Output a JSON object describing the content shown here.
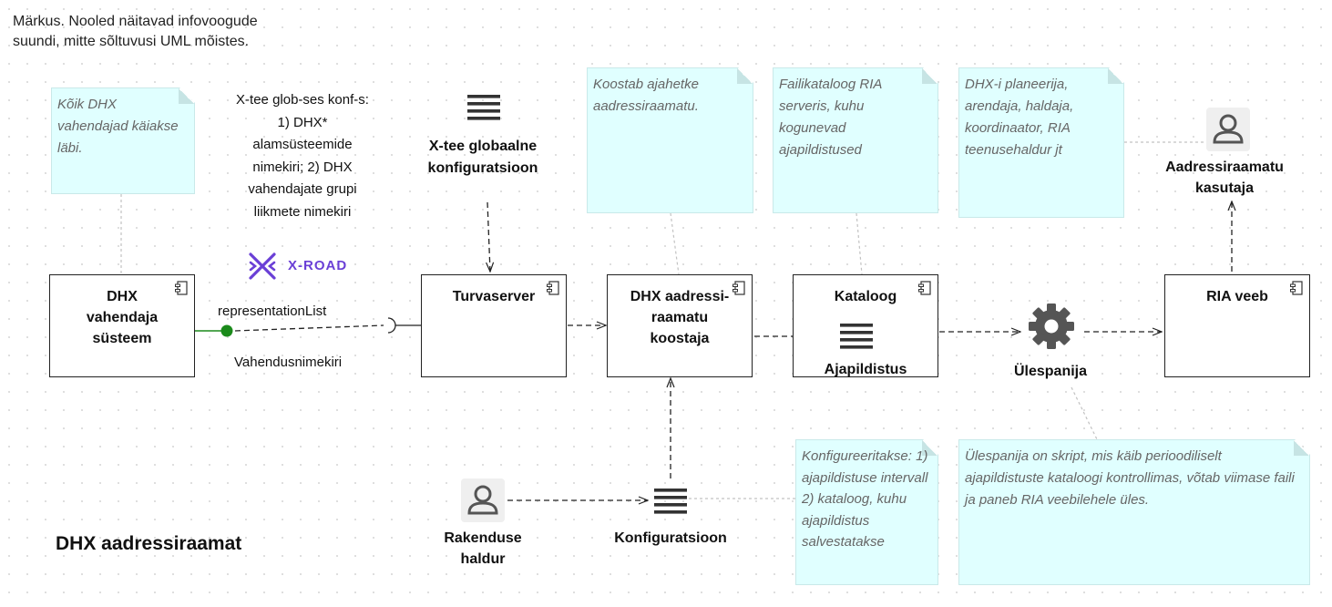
{
  "remark": [
    "Märkus. Nooled näitavad infovoogude",
    "suundi, mitte sõltuvusi UML mõistes."
  ],
  "diagram_title": "DHX aadressiraamat",
  "notes": {
    "dhx_intermediaries": "Kõik DHX vahendajad käiakse läbi.",
    "builder": "Koostab ajahetke aadressiraamatu.",
    "catalog": "Failikataloog RIA serveris, kuhu kogunevad ajapildistused",
    "roles": "DHX-i planeerija, arendaja, haldaja, koordinaator, RIA teenusehaldur jt",
    "configuration": "Konfigureeritakse: 1) ajapildistuse intervall 2) kataloog, kuhu ajapildistus salvestatakse",
    "uploader": "Ülespanija on skript, mis käib perioodiliselt ajapildistuste kataloogi kontrollimas, võtab viimase faili ja paneb RIA veebilehele üles."
  },
  "xtee_text": "X-tee glob-ses konf-s: 1) DHX* alamsüsteemide nimekiri; 2) DHX vahendajate grupi liikmete nimekiri",
  "xroad_logo": "X-ROAD",
  "components": {
    "dhx_system": "DHX vahendaja süsteem",
    "security_server": "Turvaserver",
    "address_builder": "DHX aadressi-raamatu koostaja",
    "catalog": "Kataloog",
    "ria_web": "RIA veeb"
  },
  "artifacts": {
    "xtee_global_config": "X-tee globaalne konfiguratsioon",
    "snapshot": "Ajapildistus",
    "configuration": "Konfiguratsioon"
  },
  "actors": {
    "address_book_user": "Aadressiraamatu kasutaja",
    "app_admin": "Rakenduse haldur"
  },
  "uploader": "Ülespanija",
  "interface": {
    "name": "representationList",
    "label": "Vahendusnimekiri"
  },
  "colors": {
    "note_bg": "#e0ffff",
    "note_text": "#666666",
    "interface_green": "#1b8a1b",
    "xroad_purple": "#6a3fd6",
    "icon_gray": "#555555"
  },
  "icons": [
    "component-icon",
    "artifact-icon",
    "person-icon",
    "gear-icon",
    "xroad-logo-icon"
  ]
}
